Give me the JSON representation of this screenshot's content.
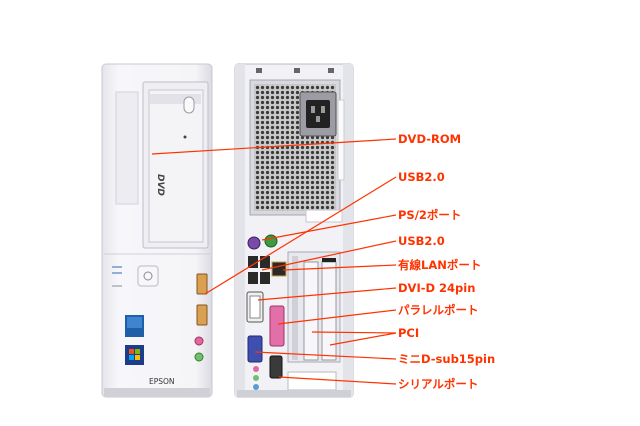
{
  "accent_color": "#ff3300",
  "front_panel": {
    "brand": "EPSON",
    "drive_logo": "DVD"
  },
  "callouts": [
    {
      "id": "dvd-rom",
      "label": "DVD-ROM"
    },
    {
      "id": "usb-front",
      "label": "USB2.0"
    },
    {
      "id": "ps2",
      "label": "PS/2ポート"
    },
    {
      "id": "usb-rear",
      "label": "USB2.0"
    },
    {
      "id": "lan",
      "label": "有線LANポート"
    },
    {
      "id": "dvi",
      "label": "DVI-D 24pin"
    },
    {
      "id": "parallel",
      "label": "パラレルポート"
    },
    {
      "id": "pci",
      "label": "PCI"
    },
    {
      "id": "vga",
      "label": "ミニD-sub15pin"
    },
    {
      "id": "serial",
      "label": "シリアルポート"
    }
  ]
}
